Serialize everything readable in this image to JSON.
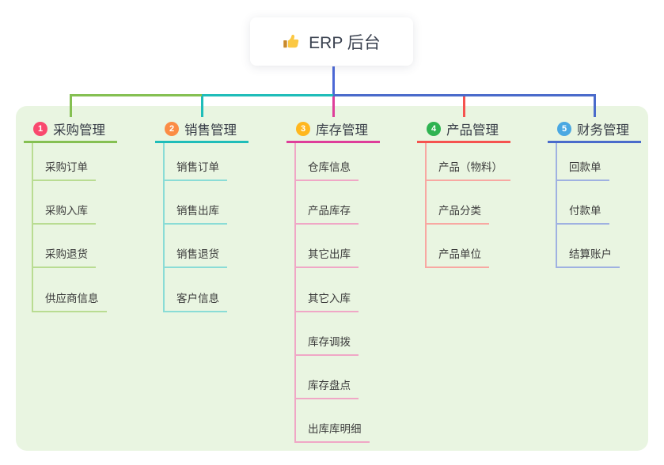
{
  "root": {
    "label": "ERP 后台",
    "icon": "thumbs-up-icon"
  },
  "theme": {
    "panel_bg": "#e9f5e1",
    "root_connector": "#4c68d6",
    "card_bg": "#ffffff",
    "title_text": "#383d47",
    "child_text": "#3b3b3b",
    "thumb_hand": "#fbc843",
    "thumb_cuff": "#c98a2d"
  },
  "branches": [
    {
      "id": "procurement",
      "label": "采购管理",
      "badge": "1",
      "badge_color": "#f9496e",
      "line_color": "#85c052",
      "light_color": "#b9dc92",
      "children": [
        "采购订单",
        "采购入库",
        "采购退货",
        "供应商信息"
      ]
    },
    {
      "id": "sales",
      "label": "销售管理",
      "badge": "2",
      "badge_color": "#fb8c45",
      "line_color": "#1fbdb9",
      "light_color": "#8adcd6",
      "children": [
        "销售订单",
        "销售出库",
        "销售退货",
        "客户信息"
      ]
    },
    {
      "id": "inventory",
      "label": "库存管理",
      "badge": "3",
      "badge_color": "#ffb71f",
      "line_color": "#de3e9a",
      "light_color": "#f0a7c6",
      "children": [
        "仓库信息",
        "产品库存",
        "其它出库",
        "其它入库",
        "库存调拨",
        "库存盘点",
        "出库库明细"
      ]
    },
    {
      "id": "product",
      "label": "产品管理",
      "badge": "4",
      "badge_color": "#2fb351",
      "line_color": "#f5534f",
      "light_color": "#f8a8a2",
      "children": [
        "产品（物料）",
        "产品分类",
        "产品单位"
      ]
    },
    {
      "id": "finance",
      "label": "财务管理",
      "badge": "5",
      "badge_color": "#4aa8e2",
      "line_color": "#4a6bcb",
      "light_color": "#9fb1e1",
      "children": [
        "回款单",
        "付款单",
        "结算账户"
      ]
    }
  ]
}
